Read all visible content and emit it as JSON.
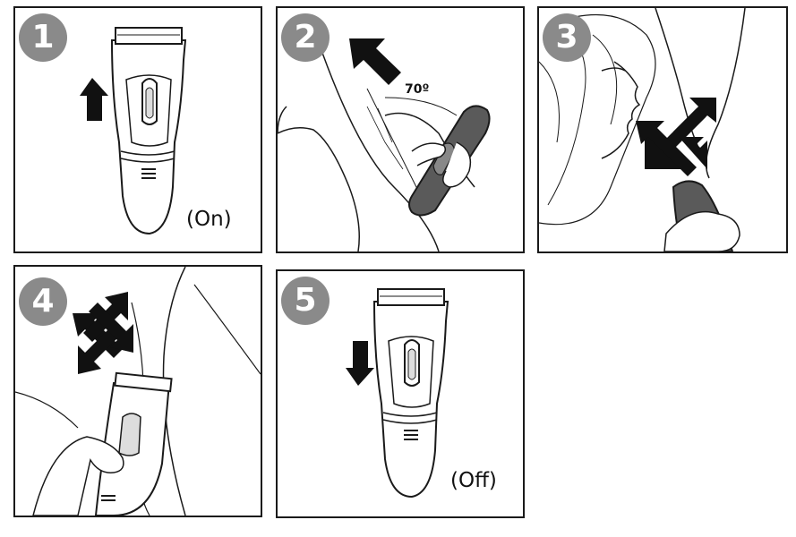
{
  "steps": [
    {
      "number": "1",
      "caption": "(On)"
    },
    {
      "number": "2",
      "angle_label": "70º"
    },
    {
      "number": "3"
    },
    {
      "number": "4"
    },
    {
      "number": "5",
      "caption": "(Off)"
    }
  ],
  "colors": {
    "badge": "#8a8a8a",
    "line": "#1a1a1a",
    "device_dark": "#5a5a5a",
    "device_light": "#ffffff"
  }
}
